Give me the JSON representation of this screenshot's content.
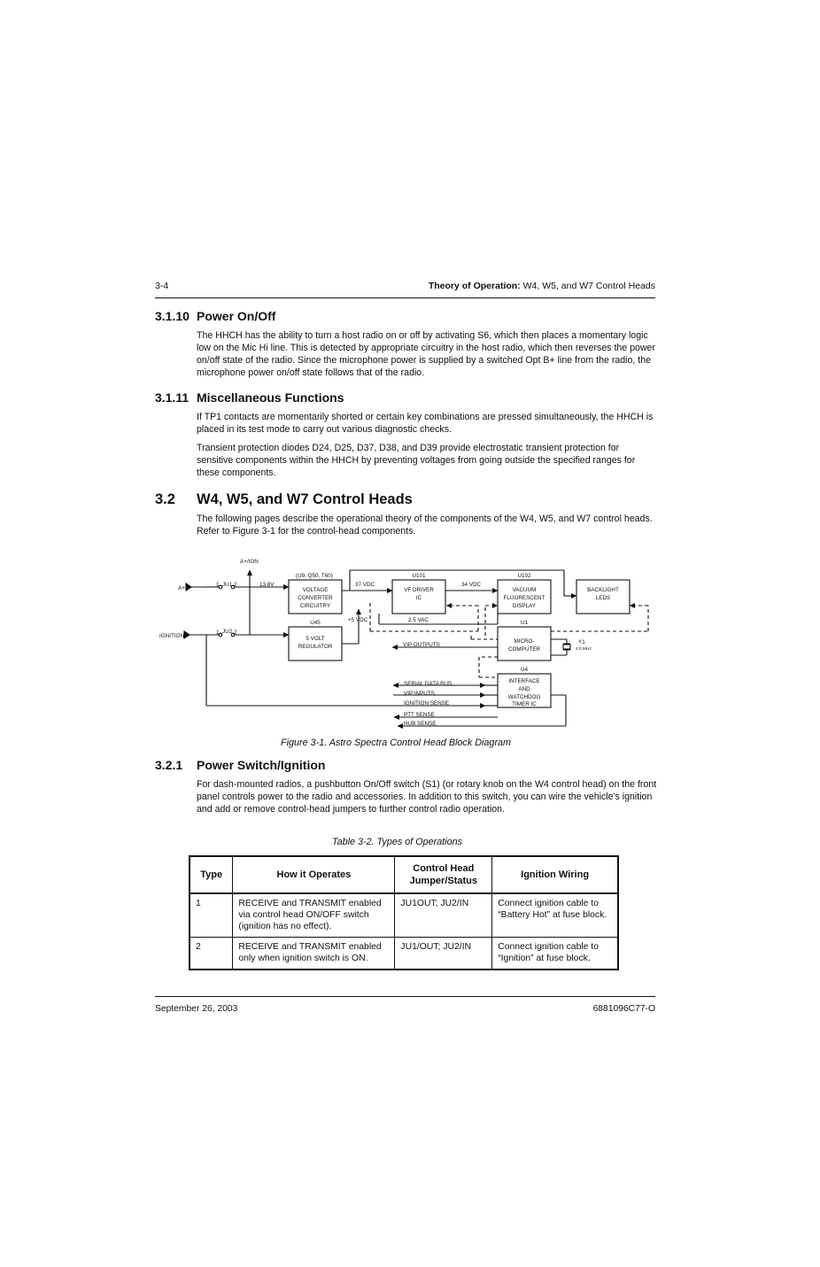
{
  "header": {
    "page_number": "3-4",
    "title_bold": "Theory of Operation:",
    "title_rest": " W4, W5, and W7 Control Heads"
  },
  "sections": {
    "s3110": {
      "number": "3.1.10",
      "title": "Power On/Off",
      "body": "The HHCH has the ability to turn a host radio on or off by activating S6, which then places a momentary logic low on the Mic Hi line. This is detected by appropriate circuitry in the host radio, which then reverses the power on/off state of the radio. Since the microphone power is supplied by a switched Opt B+ line from the radio, the microphone power on/off state follows that of the radio."
    },
    "s3111": {
      "number": "3.1.11",
      "title": "Miscellaneous Functions",
      "body1": "If TP1 contacts are momentarily shorted or certain key combinations are pressed simultaneously, the HHCH is placed in its test mode to carry out various diagnostic checks.",
      "body2": "Transient protection diodes D24, D25, D37, D38, and D39 provide electrostatic transient protection for sensitive components within the HHCH by preventing voltages from going outside the specified ranges for these components."
    },
    "s32": {
      "number": "3.2",
      "title": "W4, W5, and W7 Control Heads",
      "body": "The following pages describe the operational theory of the components of the W4, W5, and W7 control heads. Refer to Figure 3-1 for the control-head components."
    },
    "s321": {
      "number": "3.2.1",
      "title": "Power Switch/Ignition",
      "body": "For dash-mounted radios, a pushbutton On/Off switch (S1) (or rotary knob on the W4 control head) on the front panel controls power to the radio and accessories. In addition to this switch, you can wire the vehicle's ignition and add or remove control-head jumpers to further control radio operation."
    }
  },
  "figure": {
    "caption": "Figure 3-1.  Astro Spectra Control Head Block Diagram",
    "labels": {
      "a_ign": "A+/IGN",
      "a_plus": "A+",
      "ignition": "IGNITION",
      "ju1": "JU1",
      "ju2": "JU2",
      "pin1": "1",
      "pin2": "2",
      "v138": "13.8V",
      "u9_ref": "(U9, Q50, T60)",
      "vc_line1": "VOLTAGE",
      "vc_line2": "CONVERTER",
      "vc_line3": "CIRCUITRY",
      "u45": "U45",
      "reg_line1": "5 VOLT",
      "reg_line2": "REGULATOR",
      "v37": "37 VDC",
      "v34": "34 VDC",
      "v5": "+5 VDC",
      "v25": "2.5 VAC",
      "u101": "U101",
      "vf_line1": "VF DRIVER",
      "vf_line2": "IC",
      "u102": "U102",
      "vfd_line1": "VACUUM",
      "vfd_line2": "FLUORESCENT",
      "vfd_line3": "DISPLAY",
      "bl_line1": "BACKLIGHT",
      "bl_line2": "LEDS",
      "u1": "U1",
      "mc_line1": "MICRO-",
      "mc_line2": "COMPUTER",
      "y1": "Y1",
      "freq": "4.0 MHz",
      "vip_out": "VIP OUTPUTS",
      "u4": "U4",
      "wd_line1": "INTERFACE",
      "wd_line2": "AND",
      "wd_line3": "WATCHDOG",
      "wd_line4": "TIMER IC",
      "serial": "SERIAL DATA BUS",
      "vip_in": "VIP INPUTS",
      "ign_sense": "IGNITION SENSE",
      "ptt": "PTT SENSE",
      "hub": "HUB SENSE"
    }
  },
  "table": {
    "caption": "Table 3-2.  Types of Operations",
    "headers": [
      "Type",
      "How it Operates",
      "Control Head Jumper/Status",
      "Ignition Wiring"
    ],
    "rows": [
      [
        "1",
        "RECEIVE and TRANSMIT enabled via control head ON/OFF switch (ignition has no effect).",
        "JU1OUT; JU2/IN",
        "Connect ignition cable to “Battery Hot” at fuse block."
      ],
      [
        "2",
        "RECEIVE and TRANSMIT enabled only when ignition switch is ON.",
        "JU1/OUT; JU2/IN",
        "Connect ignition cable to “Ignition” at fuse block."
      ]
    ]
  },
  "footer": {
    "date": "September 26, 2003",
    "doc_number": "6881096C77-O"
  }
}
